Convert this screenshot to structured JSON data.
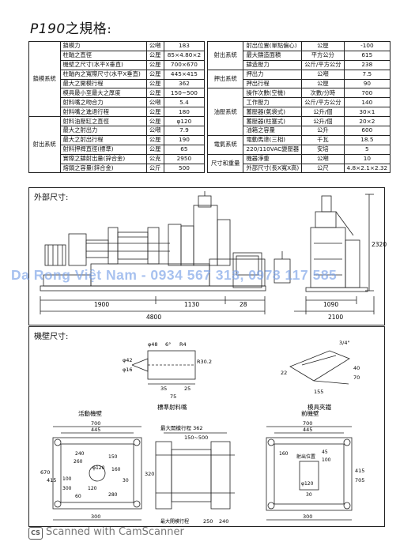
{
  "title": {
    "prefix": "P190",
    "suffix": "之規格:"
  },
  "spec_left": {
    "groups": [
      {
        "label": "鎖模系統",
        "rows": [
          {
            "name": "鎖模力",
            "unit": "公噸",
            "value": "183"
          },
          {
            "name": "柱軸之直徑",
            "unit": "公厘",
            "value": "85×4.80×2"
          },
          {
            "name": "機壁之尺寸(水平X垂直)",
            "unit": "公厘",
            "value": "700×670"
          },
          {
            "name": "柱軸內之寬際尺寸(水平X垂直)",
            "unit": "公厘",
            "value": "445×415"
          },
          {
            "name": "最大之開模行程",
            "unit": "公厘",
            "value": "362"
          },
          {
            "name": "模具最小至最大之厚度",
            "unit": "公厘",
            "value": "150~500"
          },
          {
            "name": "射料嘴之吻合力",
            "unit": "公噸",
            "value": "5.4"
          },
          {
            "name": "射料嘴之進退行程",
            "unit": "公厘",
            "value": "180"
          }
        ]
      },
      {
        "label": "射出系統",
        "rows": [
          {
            "name": "射料油壓缸之直徑",
            "unit": "公厘",
            "value": "φ120"
          },
          {
            "name": "最大之射出力",
            "unit": "公噸",
            "value": "7.9"
          },
          {
            "name": "最大之射出行程",
            "unit": "公厘",
            "value": "190"
          },
          {
            "name": "射料押桿直徑(標準)",
            "unit": "公厘",
            "value": "65"
          },
          {
            "name": "實際之鑄射出量(鋅合金)",
            "unit": "公克",
            "value": "2950"
          },
          {
            "name": "熔鍋之容量(鋅合金)",
            "unit": "公斤",
            "value": "500"
          }
        ]
      }
    ]
  },
  "spec_right": {
    "groups": [
      {
        "label": "射出系統",
        "rows": [
          {
            "name": "射出位置(單點偏心)",
            "unit": "公厘",
            "value": "-100"
          },
          {
            "name": "最大鑄造面積",
            "unit": "平方公分",
            "value": "615"
          },
          {
            "name": "鑄造壓力",
            "unit": "公斤/平方公分",
            "value": "238"
          }
        ]
      },
      {
        "label": "押出系統",
        "rows": [
          {
            "name": "押出力",
            "unit": "公噸",
            "value": "7.5"
          },
          {
            "name": "押出行程",
            "unit": "公厘",
            "value": "90"
          }
        ]
      },
      {
        "label": "油壓系統",
        "rows": [
          {
            "name": "操作次數(空機)",
            "unit": "次數/分時",
            "value": "700"
          },
          {
            "name": "工作壓力",
            "unit": "公斤/平方公分",
            "value": "140"
          },
          {
            "name": "蓄壓器(氣袋式)",
            "unit": "公升/個",
            "value": "30×1"
          },
          {
            "name": "蓄壓器(柱塞式)",
            "unit": "公升/個",
            "value": "20×2"
          },
          {
            "name": "油箱之容量",
            "unit": "公升",
            "value": "600"
          }
        ]
      },
      {
        "label": "電氣系統",
        "rows": [
          {
            "name": "電動馬達(三相)",
            "unit": "千瓦",
            "value": "18.5"
          },
          {
            "name": "220/110VAC變壓器",
            "unit": "安培",
            "value": "5"
          }
        ]
      },
      {
        "label": "尺寸和重量",
        "rows": [
          {
            "name": "機器淨重",
            "unit": "公噸",
            "value": "10"
          },
          {
            "name": "外部尺寸(長X寬X高)",
            "unit": "公尺",
            "value": "4.8×2.1×2.32"
          }
        ]
      }
    ]
  },
  "external": {
    "title": "外部尺寸:",
    "dims": {
      "d1900": "1900",
      "d1130": "1130",
      "d28": "28",
      "d4800": "4800",
      "d1090": "1090",
      "d2100": "2100",
      "d2320": "2320"
    }
  },
  "watermark": "Da Rong Việt Nam - 0934 567 318, 0978 117 585",
  "platen": {
    "title": "機壁尺寸:",
    "nozzle": {
      "caption": "標準射料嘴",
      "d48": "φ48",
      "d6": "6°",
      "r4": "R4",
      "d42": "φ42",
      "d16": "φ16",
      "r30": "R30.2",
      "d35": "35",
      "d25": "25",
      "d75": "75"
    },
    "clamp": {
      "caption": "模具夾鐵",
      "a": "3/4\"",
      "b": "155",
      "c": "40",
      "d": "70",
      "e": "22"
    },
    "moving": {
      "caption": "活動機壁",
      "w700": "700",
      "w445": "445",
      "h670": "670",
      "h415": "415",
      "s240": "240",
      "s260": "260",
      "s150": "150",
      "s120": "120",
      "s300": "300",
      "s100": "100",
      "s60": "60",
      "s320": "320",
      "s160": "160",
      "s280": "280",
      "s30": "30",
      "b300": "300",
      "phi": "φ120"
    },
    "side": {
      "stroke_label": "最大開模行程 362",
      "range": "150~500",
      "bottom": "最大開模行程",
      "b250": "250",
      "b240": "240"
    },
    "fixed": {
      "caption": "前機壁",
      "w700": "700",
      "w445": "445",
      "s160": "160",
      "s45": "45",
      "s100": "100",
      "inject": "射出位置",
      "h415": "415",
      "h705": "705",
      "s30": "30",
      "s300": "300",
      "s120": "φ120"
    }
  },
  "footer": {
    "logo": "CS",
    "text": "Scanned with CamScanner"
  }
}
